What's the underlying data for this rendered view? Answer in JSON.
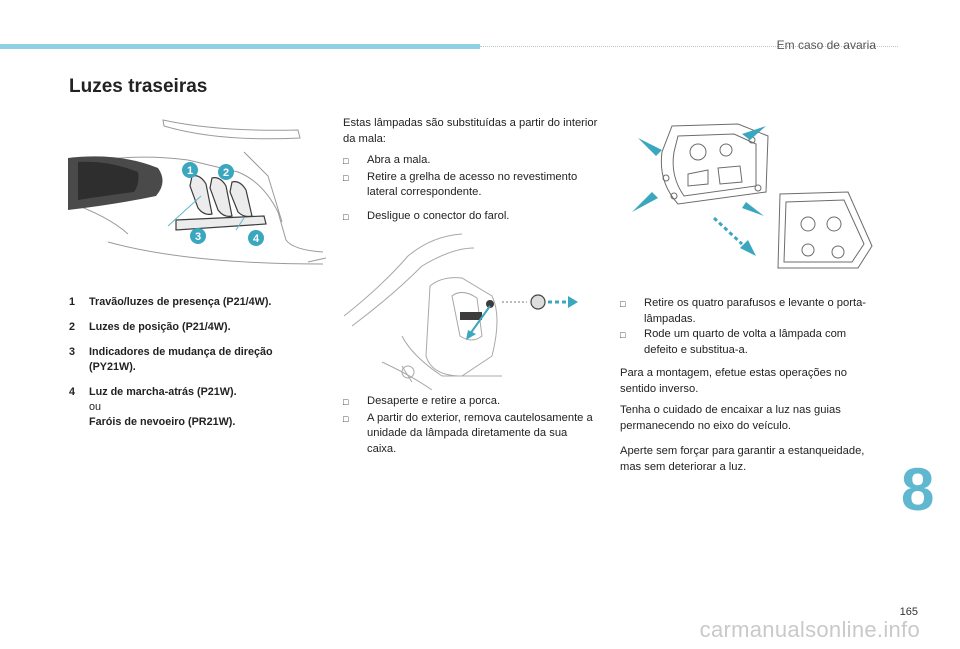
{
  "header": {
    "chapter_title": "Em caso de avaria",
    "accent_color": "#5fb7d0",
    "accent_light_color": "#8fd0e3"
  },
  "page_title": "Luzes traseiras",
  "legend": [
    {
      "num": "1",
      "label": "Travão/luzes de presença (P21/4W)."
    },
    {
      "num": "2",
      "label": "Luzes de posição (P21/4W)."
    },
    {
      "num": "3",
      "label": "Indicadores de mudança de direção (PY21W)."
    },
    {
      "num": "4",
      "label": "Luz de marcha-atrás (P21W).",
      "or": "ou",
      "alt": "Faróis de nevoeiro (PR21W)."
    }
  ],
  "column2": {
    "intro": "Estas lâmpadas são substituídas a partir do interior da mala:",
    "steps1": [
      "Abra a mala.",
      "Retire a grelha de acesso no revestimento lateral correspondente."
    ],
    "steps2": [
      "Desligue o conector do farol."
    ],
    "steps3": [
      "Desaperte e retire a porca.",
      "A partir do exterior, remova cautelosamente a unidade da lâmpada diretamente da sua caixa."
    ]
  },
  "column3": {
    "steps": [
      "Retire os quatro parafusos e levante o porta-lâmpadas.",
      "Rode um quarto de volta a lâmpada com defeito e substitua-a."
    ],
    "para1": "Para a montagem, efetue estas operações no sentido inverso.",
    "para2": "Tenha o cuidado de encaixar a luz nas guias permanecendo no eixo do veículo.",
    "para3": "Aperte sem forçar para garantir a estanqueidade, mas sem deteriorar a luz."
  },
  "diagram_callouts": [
    "1",
    "2",
    "3",
    "4"
  ],
  "bullet_icon": "square-bullet-icon",
  "chapter_number": "8",
  "page_number": "165",
  "watermark": "carmanualsonline.info"
}
